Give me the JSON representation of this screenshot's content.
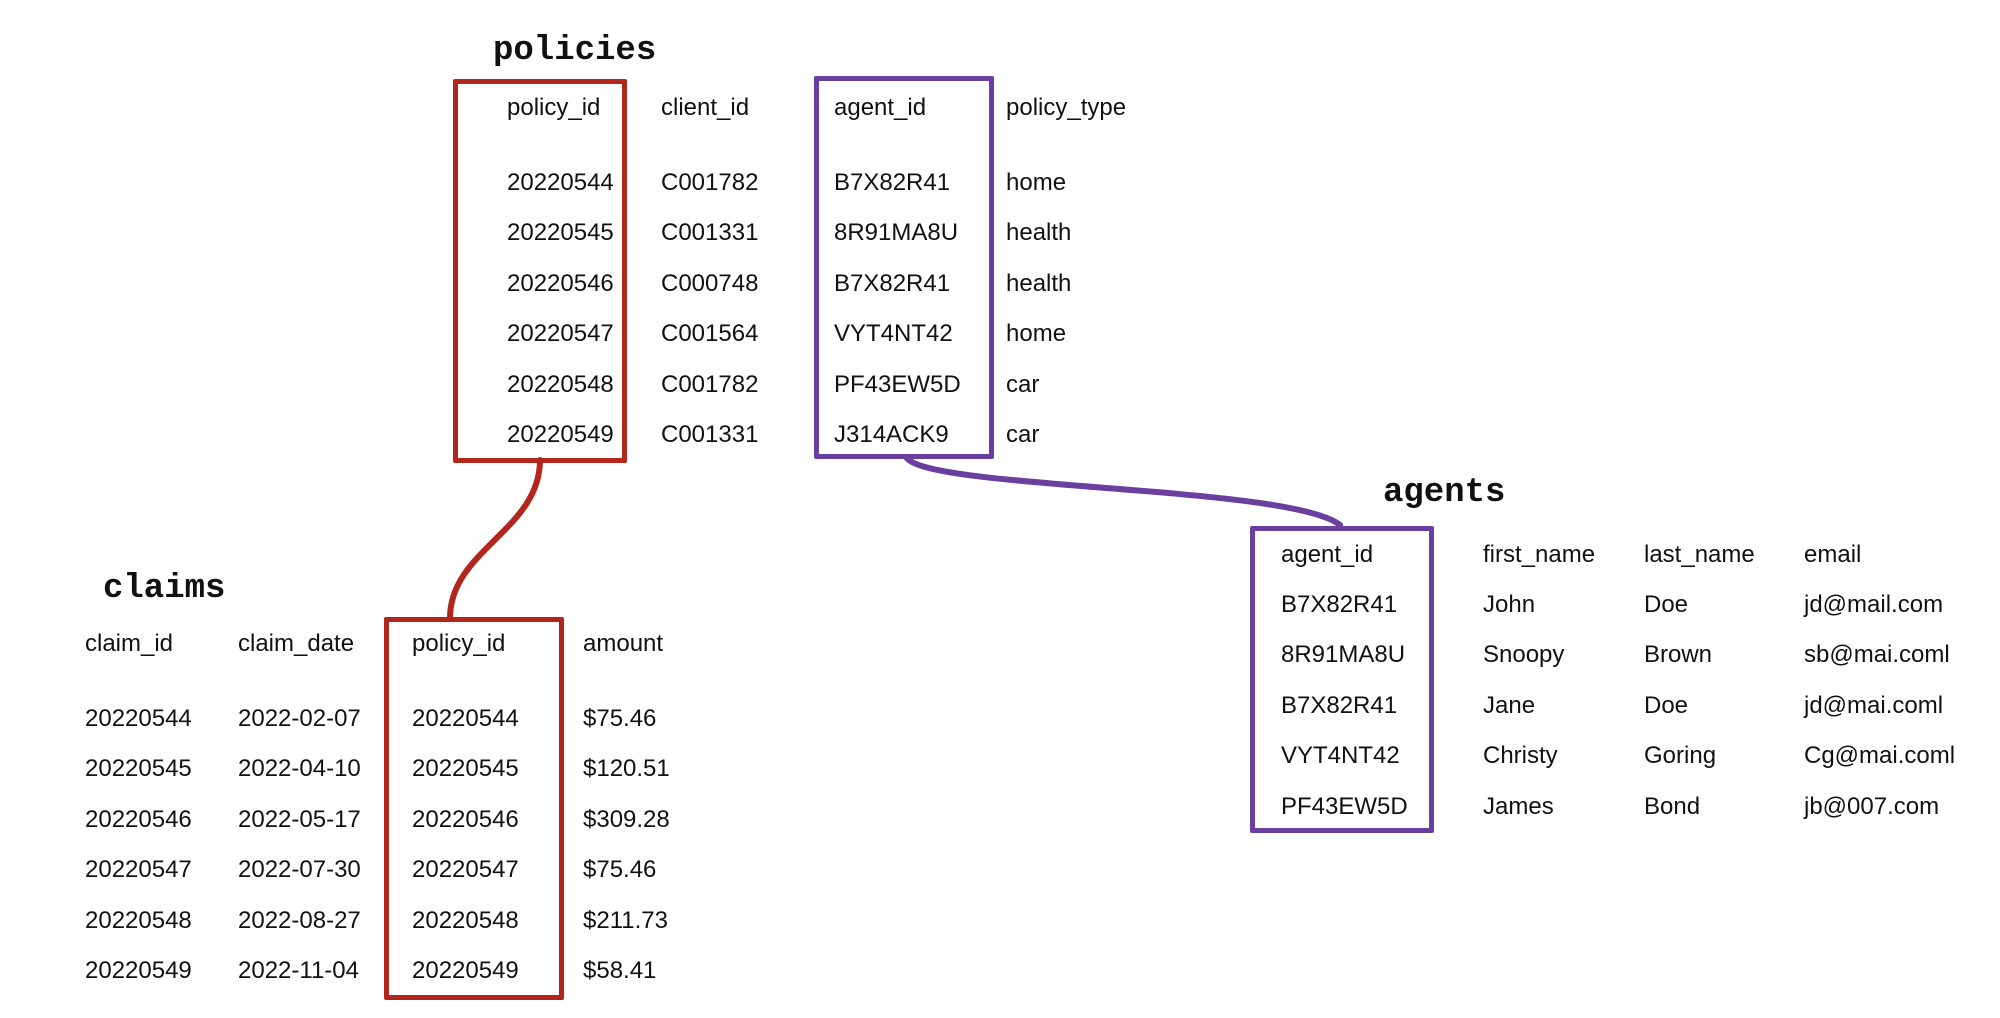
{
  "colors": {
    "red": "#b3261e",
    "purple": "#6b3fa0"
  },
  "policies": {
    "title": "policies",
    "headers": [
      "policy_id",
      "client_id",
      "agent_id",
      "policy_type"
    ],
    "rows": [
      [
        "20220544",
        "C001782",
        "B7X82R41",
        "home"
      ],
      [
        "20220545",
        "C001331",
        "8R91MA8U",
        "health"
      ],
      [
        "20220546",
        "C000748",
        "B7X82R41",
        "health"
      ],
      [
        "20220547",
        "C001564",
        "VYT4NT42",
        "home"
      ],
      [
        "20220548",
        "C001782",
        "PF43EW5D",
        "car"
      ],
      [
        "20220549",
        "C001331",
        "J314ACK9",
        "car"
      ]
    ]
  },
  "claims": {
    "title": "claims",
    "headers": [
      "claim_id",
      "claim_date",
      "policy_id",
      "amount"
    ],
    "rows": [
      [
        "20220544",
        "2022-02-07",
        "20220544",
        "$75.46"
      ],
      [
        "20220545",
        "2022-04-10",
        "20220545",
        "$120.51"
      ],
      [
        "20220546",
        "2022-05-17",
        "20220546",
        "$309.28"
      ],
      [
        "20220547",
        "2022-07-30",
        "20220547",
        "$75.46"
      ],
      [
        "20220548",
        "2022-08-27",
        "20220548",
        "$211.73"
      ],
      [
        "20220549",
        "2022-11-04",
        "20220549",
        "$58.41"
      ]
    ]
  },
  "agents": {
    "title": "agents",
    "headers": [
      "agent_id",
      "first_name",
      "last_name",
      "email"
    ],
    "rows": [
      [
        "B7X82R41",
        "John",
        "Doe",
        "jd@mail.com"
      ],
      [
        "8R91MA8U",
        "Snoopy",
        "Brown",
        "sb@mai.coml"
      ],
      [
        "B7X82R41",
        "Jane",
        "Doe",
        "jd@mai.coml"
      ],
      [
        "VYT4NT42",
        "Christy",
        "Goring",
        "Cg@mai.coml"
      ],
      [
        "PF43EW5D",
        "James",
        "Bond",
        "jb@007.com"
      ]
    ]
  }
}
